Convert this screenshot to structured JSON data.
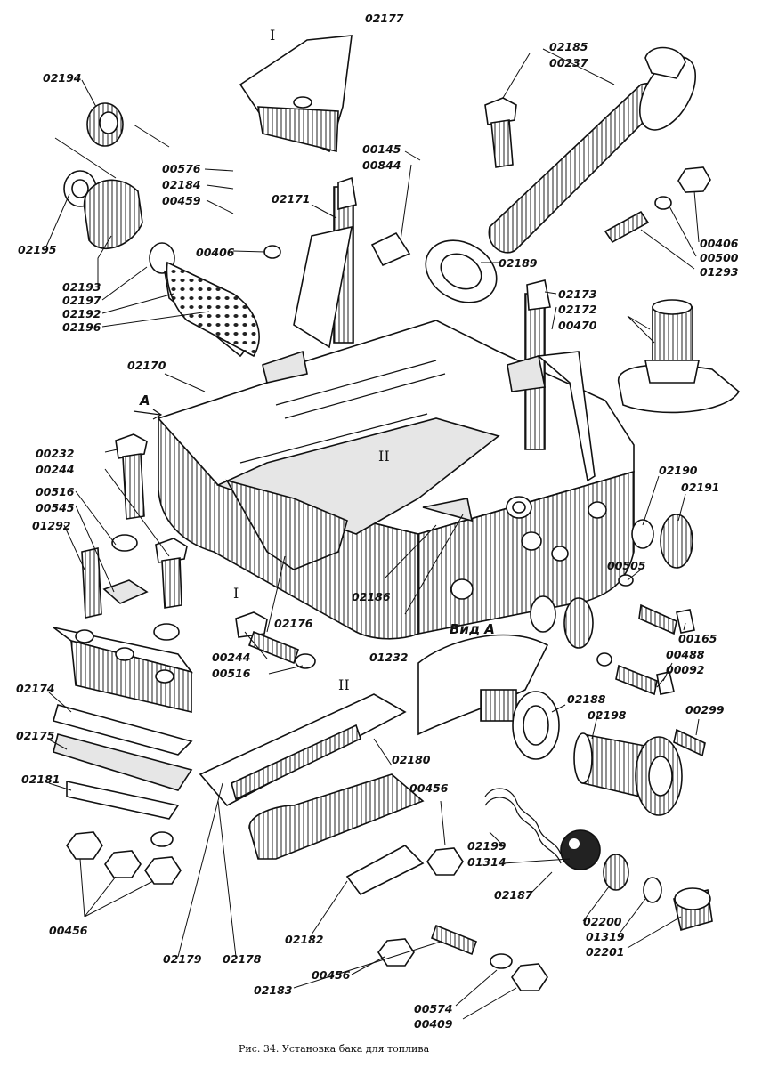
{
  "caption": "Рис. 34. Установка бака для топлива",
  "view_label": "Вид А",
  "section_marks": {
    "view_arrow": "A",
    "I": "I",
    "II": "II"
  },
  "part_labels": {
    "p02194": "02194",
    "p02195": "02195",
    "p02193": "02193",
    "p02197": "02197",
    "p02192": "02192",
    "p02196": "02196",
    "p02170": "02170",
    "p00576": "00576",
    "p02184": "02184",
    "p00459": "00459",
    "p00406a": "00406",
    "p02171": "02171",
    "p02177": "02177",
    "p00145": "00145",
    "p00844": "00844",
    "p02185": "02185",
    "p00237": "00237",
    "p00406b": "00406",
    "p00500": "00500",
    "p01293": "01293",
    "p02189": "02189",
    "p02173": "02173",
    "p02172": "02172",
    "p00470": "00470",
    "p00232": "00232",
    "p00244a": "00244",
    "p00516a": "00516",
    "p00545": "00545",
    "p01292": "01292",
    "p02174": "02174",
    "p02175": "02175",
    "p02181": "02181",
    "p00456a": "00456",
    "p00244b": "00244",
    "p00516b": "00516",
    "p02176": "02176",
    "p02186": "02186",
    "p01232": "01232",
    "p02190": "02190",
    "p02191": "02191",
    "p00505": "00505",
    "p00165": "00165",
    "p00488": "00488",
    "p00092": "00092",
    "p02188": "02188",
    "p02198": "02198",
    "p00299": "00299",
    "p02180": "02180",
    "p00456b": "00456",
    "p02179": "02179",
    "p02178": "02178",
    "p02182": "02182",
    "p00456c": "00456",
    "p02183": "02183",
    "p02199": "02199",
    "p01314": "01314",
    "p02187": "02187",
    "p02200": "02200",
    "p01319": "01319",
    "p02201": "02201",
    "p00574": "00574",
    "p00409": "00409"
  }
}
